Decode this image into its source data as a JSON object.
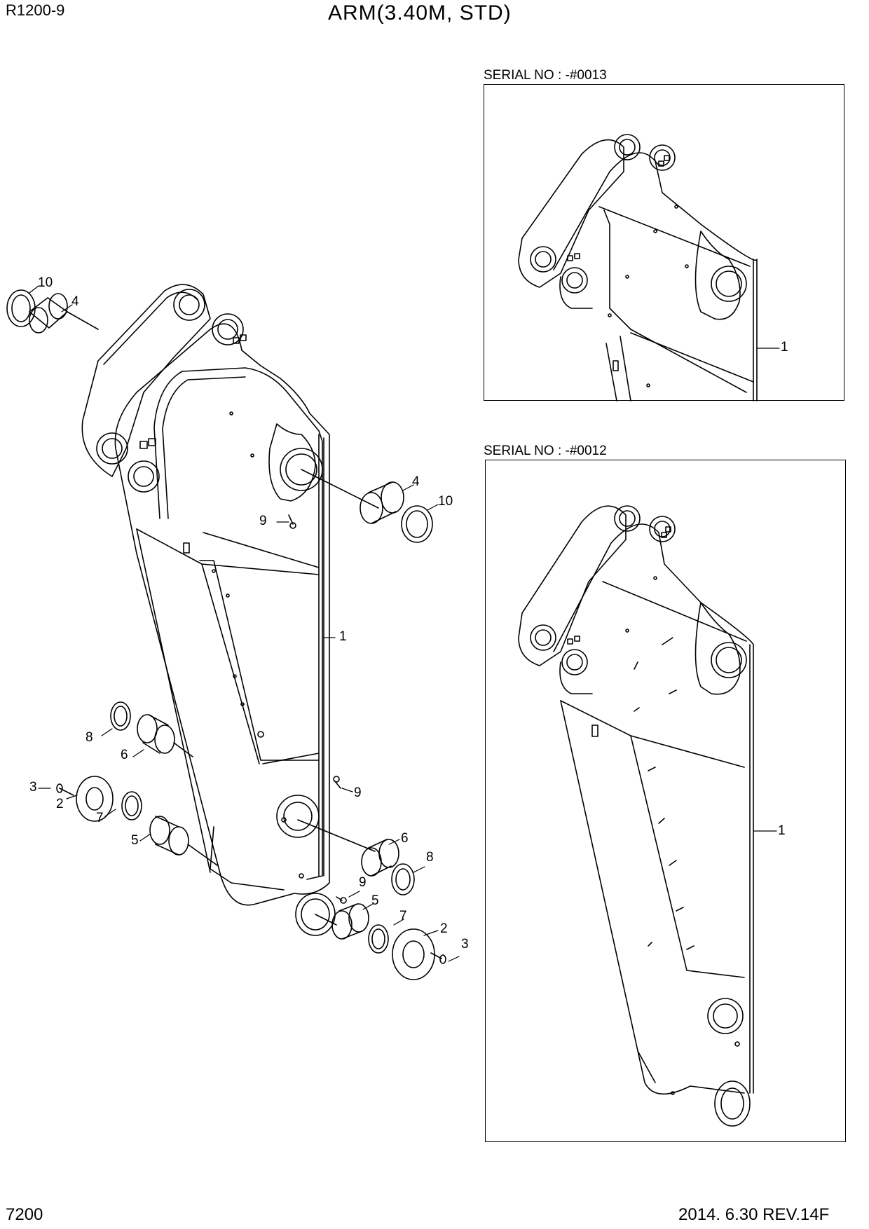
{
  "header": {
    "model": "R1200-9",
    "title": "ARM(3.40M, STD)"
  },
  "footer": {
    "page": "7200",
    "revision": "2014. 6.30  REV.14F"
  },
  "insets": [
    {
      "serial": "SERIAL NO : -#0013",
      "callout": "1"
    },
    {
      "serial": "SERIAL NO : -#0012",
      "callout": "1"
    }
  ],
  "callouts": {
    "c10a": "10",
    "c4a": "4",
    "c4b": "4",
    "c10b": "10",
    "c9a": "9",
    "c1": "1",
    "c8a": "8",
    "c6a": "6",
    "c3a": "3",
    "c2a": "2",
    "c7a": "7",
    "c5a": "5",
    "c9b": "9",
    "c6b": "6",
    "c8b": "8",
    "c9c": "9",
    "c5b": "5",
    "c7b": "7",
    "c2b": "2",
    "c3b": "3"
  }
}
